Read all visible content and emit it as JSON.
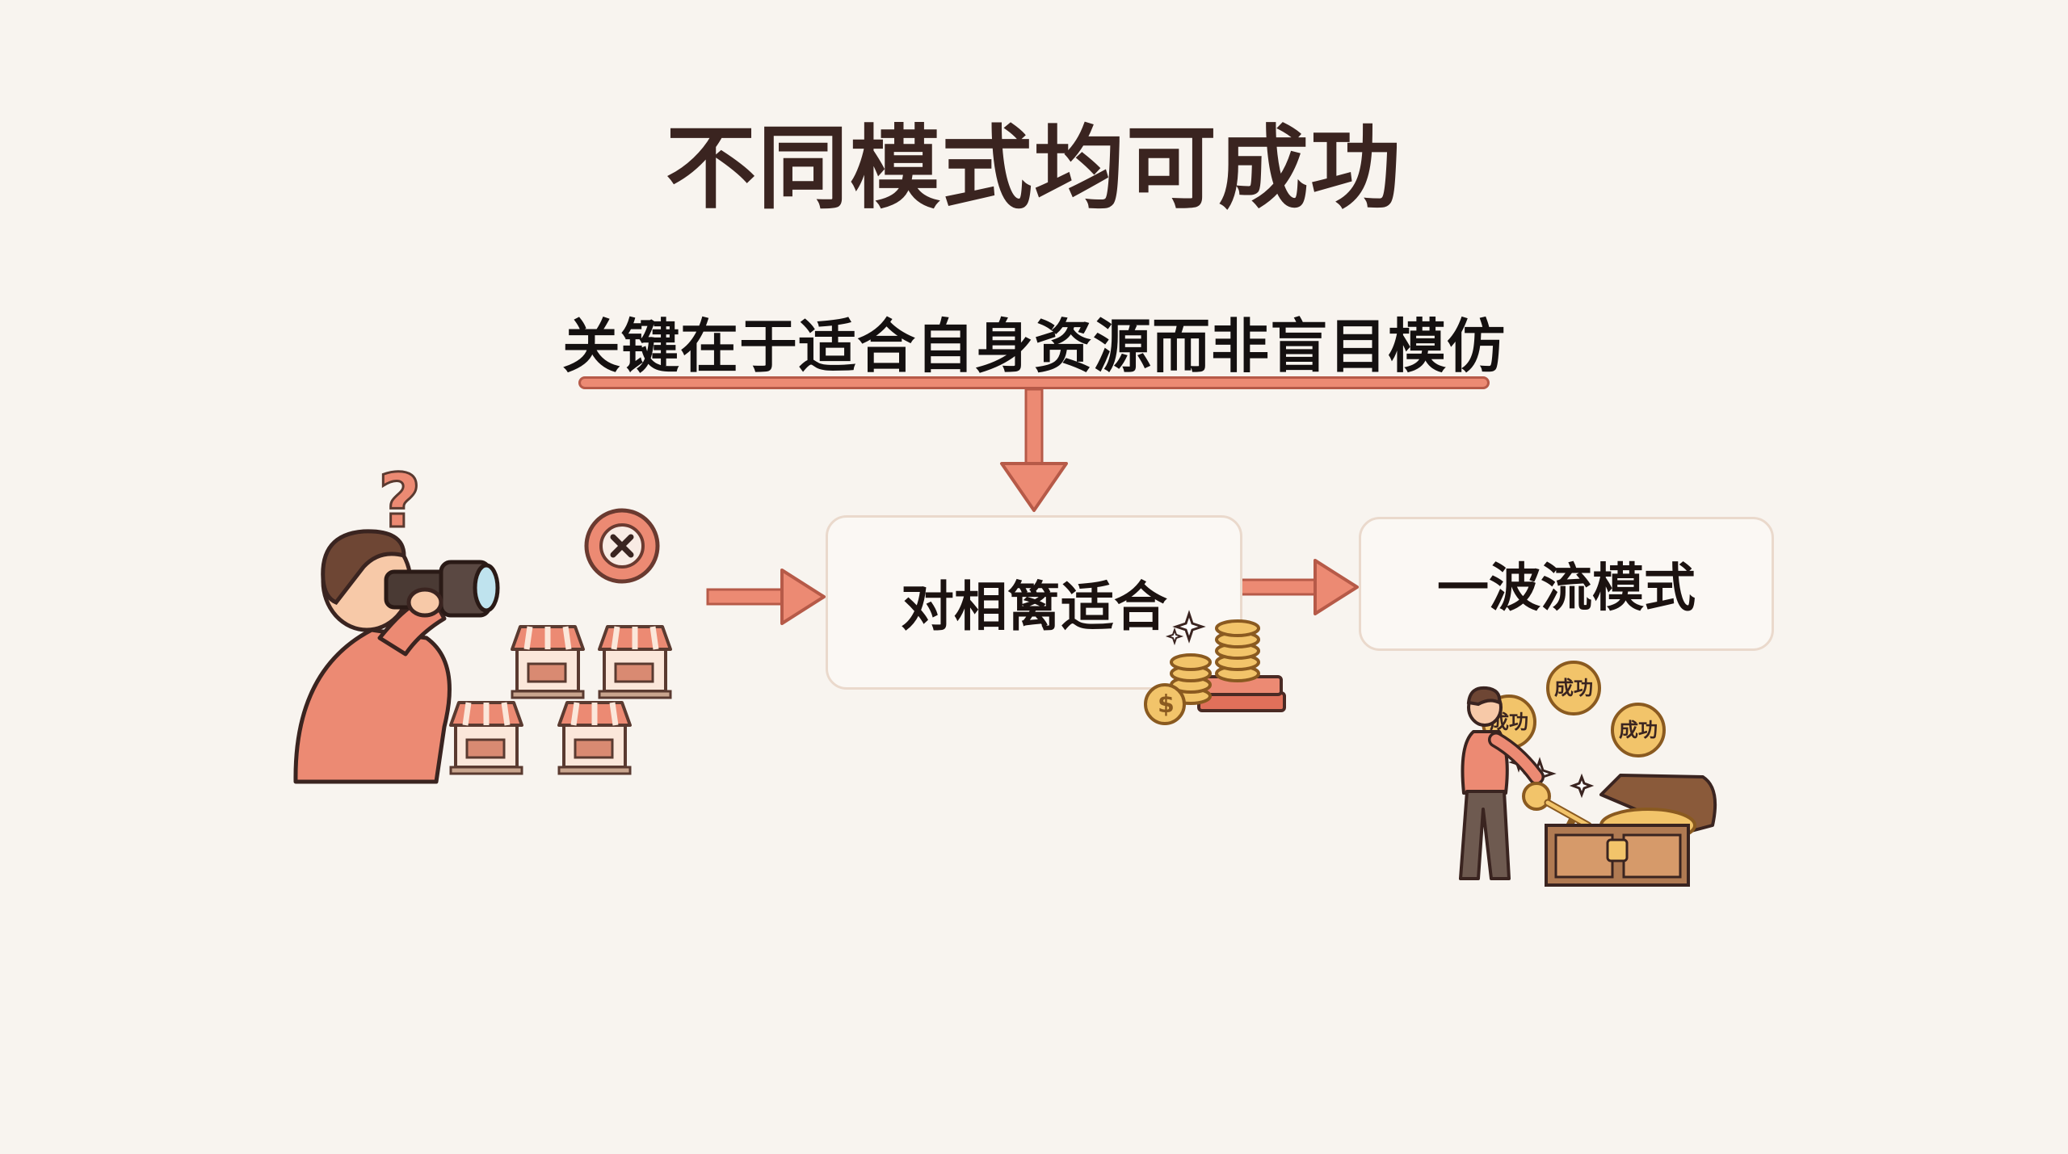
{
  "title": "不同模式均可成功",
  "subtitle": "关键在于适合自身资源而非盲目模仿",
  "nodes": {
    "fit": {
      "label": "对相篱适合"
    },
    "wave": {
      "label": "一波流模式"
    }
  },
  "illustrations": {
    "observer": {
      "question_mark": "?"
    },
    "treasure": {
      "coin_labels": [
        "成功",
        "成功",
        "成功"
      ],
      "dollar": "$"
    }
  },
  "colors": {
    "background": "#f8f4ef",
    "accent": "#ec8a73",
    "accent_dark": "#b65a48",
    "gold": "#f2c46a",
    "title": "#3a2420"
  }
}
